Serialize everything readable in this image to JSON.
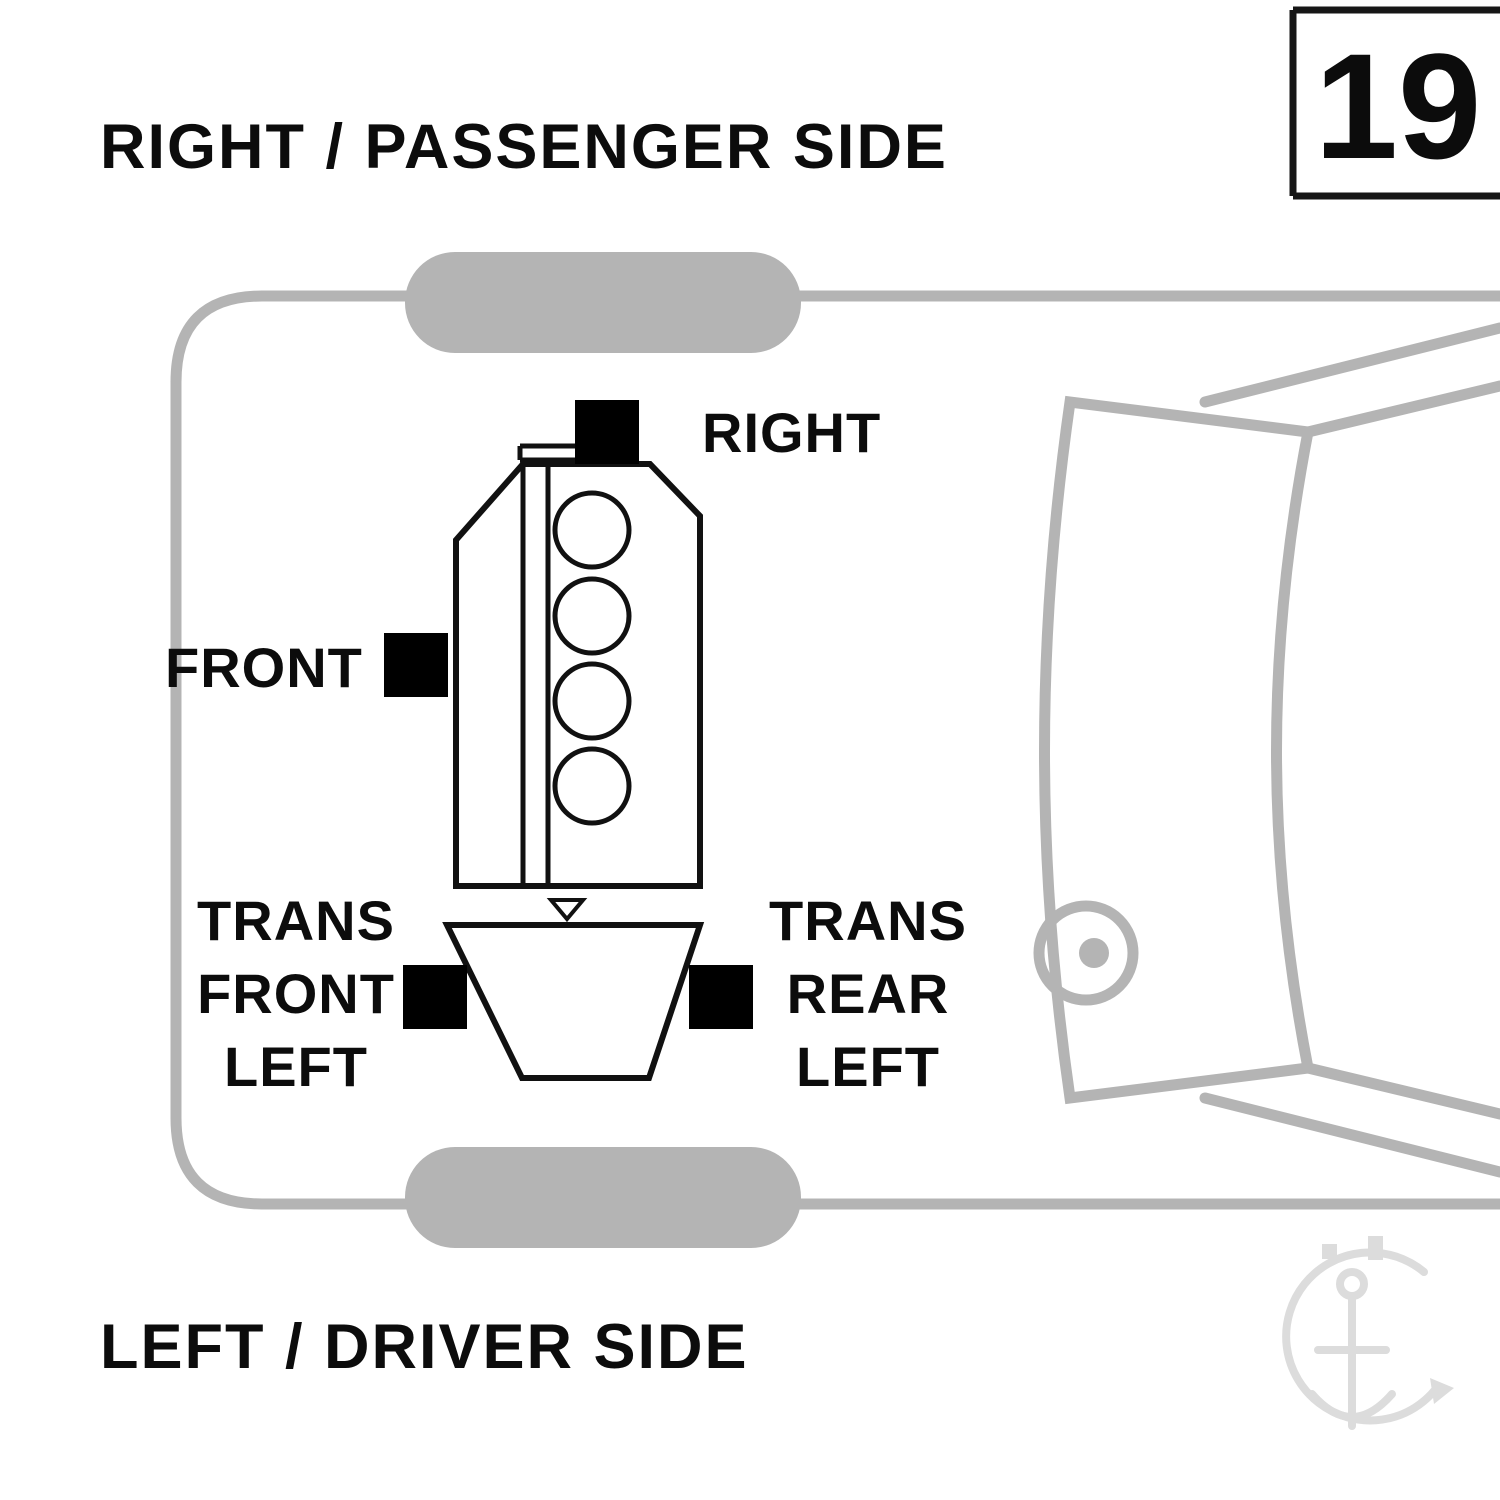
{
  "diagram": {
    "title_top": "RIGHT / PASSENGER SIDE",
    "title_bottom": "LEFT / DRIVER SIDE",
    "page_number": "19",
    "labels": {
      "right": "RIGHT",
      "front": "FRONT",
      "trans_front_left": [
        "TRANS",
        "FRONT",
        "LEFT"
      ],
      "trans_rear_left": [
        "TRANS",
        "REAR",
        "LEFT"
      ]
    }
  },
  "colors": {
    "background": "#ffffff",
    "car_outline": "#b4b4b4",
    "wheel_fill": "#b4b4b4",
    "engine_line": "#111111",
    "mount_fill": "#000000",
    "text": "#0c0c0c",
    "watermark": "#dcdcdc"
  }
}
